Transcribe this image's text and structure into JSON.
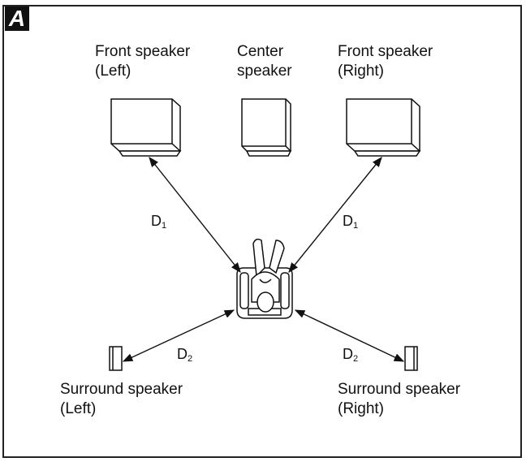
{
  "badge": "A",
  "speakers": {
    "front_left": {
      "line1": "Front speaker",
      "line2": "(Left)"
    },
    "center": {
      "line1": "Center",
      "line2": "speaker"
    },
    "front_right": {
      "line1": "Front speaker",
      "line2": "(Right)"
    },
    "surround_left": {
      "line1": "Surround speaker",
      "line2": "(Left)"
    },
    "surround_right": {
      "line1": "Surround speaker",
      "line2": "(Right)"
    }
  },
  "distances": {
    "d1": {
      "letter": "D",
      "sub": "1"
    },
    "d2": {
      "letter": "D",
      "sub": "2"
    }
  }
}
